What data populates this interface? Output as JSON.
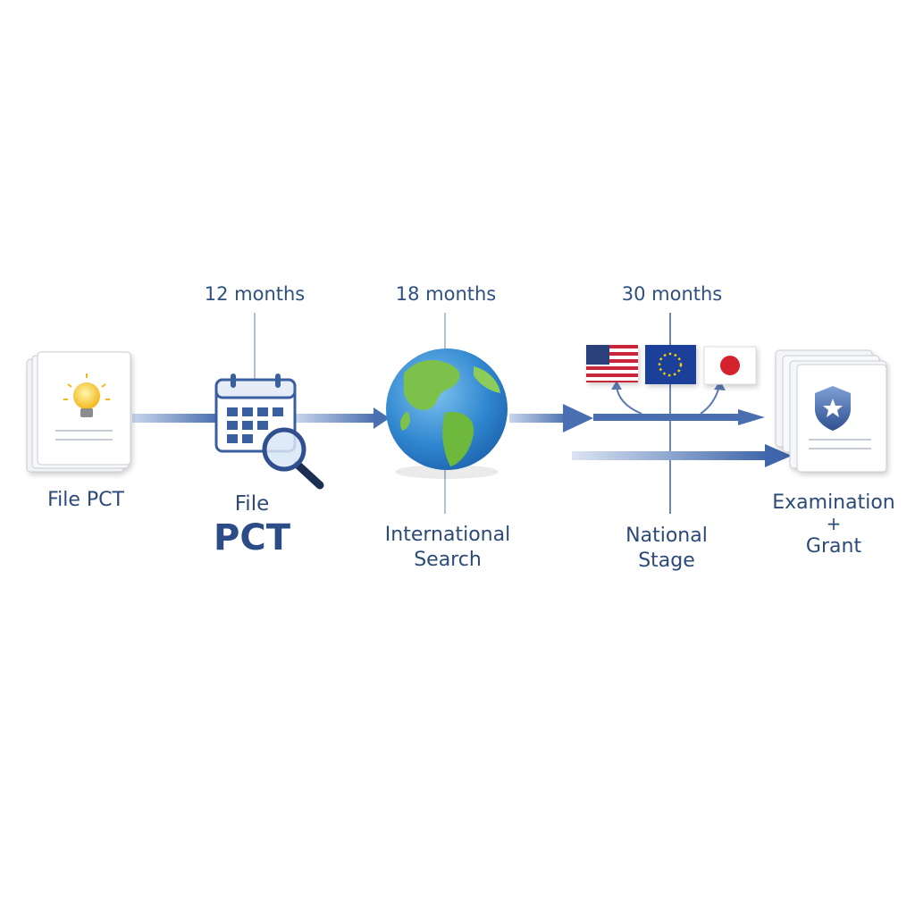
{
  "timings": {
    "t12": "12 months",
    "t18": "18 months",
    "t30": "30 months"
  },
  "steps": {
    "file_pct_small": "File PCT",
    "file_word": "File",
    "pct_word": "PCT",
    "international_search_1": "International",
    "international_search_2": "Search",
    "national_stage_1": "National",
    "national_stage_2": "Stage",
    "exam_1": "Examination",
    "exam_2": "+",
    "exam_3": "Grant"
  },
  "icons": [
    "invention-document-icon",
    "calendar-icon",
    "magnifier-icon",
    "globe-icon",
    "us-flag-icon",
    "eu-flag-icon",
    "japan-flag-icon",
    "granted-patent-icon"
  ],
  "colors": {
    "text": "#2c4a78",
    "arrow": "#4a6fb0",
    "accent": "#3a5fa0"
  }
}
